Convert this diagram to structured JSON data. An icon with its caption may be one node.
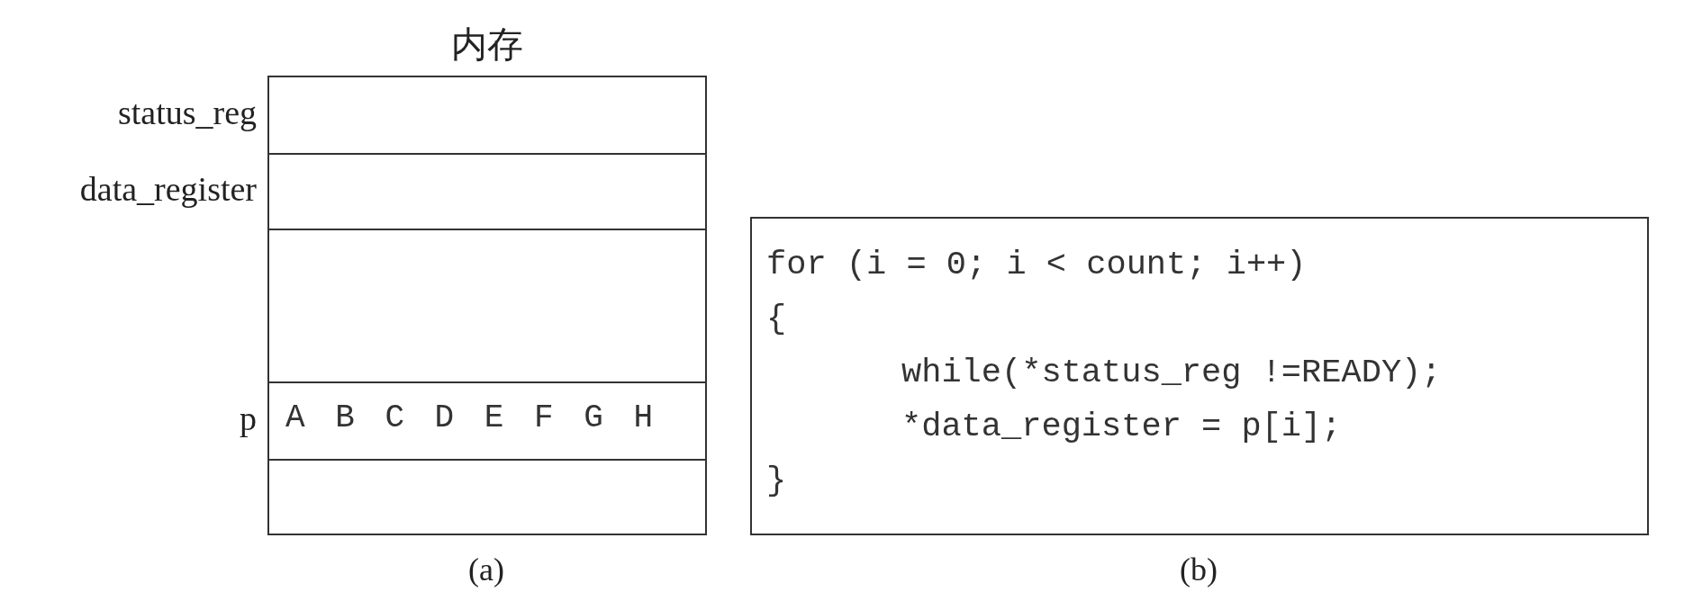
{
  "diagram": {
    "nodes": [
      {
        "text": [
          "内存"
        ],
        "beside": [
          "(a)"
        ]
      },
      {
        "text": [],
        "shape": "box",
        "in": 0,
        "beside": [
          "status_reg"
        ]
      },
      {
        "text": [],
        "shape": "box",
        "in": 0,
        "beside": [
          "data_register"
        ]
      },
      {
        "text": [],
        "shape": "box",
        "in": 0
      },
      {
        "text": [
          "A B C D E F G H"
        ],
        "in": 0,
        "beside": [
          "p"
        ]
      },
      {
        "text": [],
        "shape": "box",
        "in": 0
      },
      {
        "text": [
          "for (i = 0; i < count; i++)",
          "{",
          "while(*status_reg !=READY);",
          "*data_register = p[i];",
          "}"
        ],
        "beside": [
          "(b)"
        ]
      }
    ],
    "edges": []
  }
}
